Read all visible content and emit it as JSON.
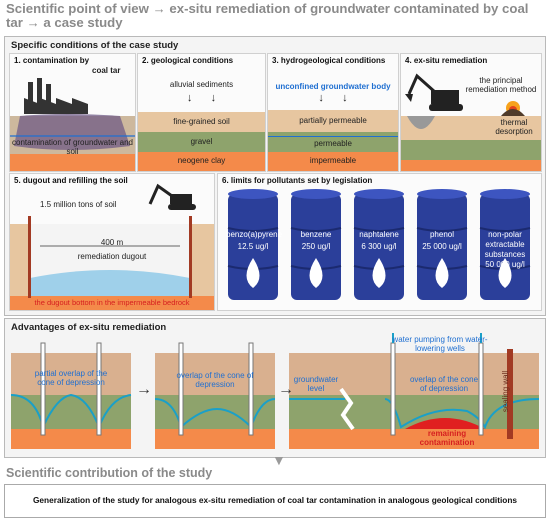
{
  "title": "Scientific point of view → ex-situ remediation of groundwater contaminated by coal tar → a case study",
  "section1": {
    "title": "Specific conditions of the case study",
    "panels": {
      "p1": {
        "title": "1. contamination by",
        "subtitle": "coal tar",
        "caption": "contamination of groundwater and soil"
      },
      "p2": {
        "title": "2. geological conditions",
        "top": "alluvial sediments",
        "layers": [
          "fine-grained soil",
          "gravel",
          "neogene clay"
        ]
      },
      "p3": {
        "title": "3. hydrogeological conditions",
        "top": "unconfined groundwater body",
        "layers": [
          "partially permeable",
          "permeable",
          "impermeable"
        ]
      },
      "p4": {
        "title": "4. ex-situ remediation",
        "note": "the principal remediation method",
        "method": "thermal desorption"
      },
      "p5": {
        "title": "5. dugout and refilling the soil",
        "tons": "1.5 million tons of soil",
        "width": "400 m",
        "dugout": "remediation dugout",
        "bottom": "the dugout bottom in the impermeable bedrock"
      },
      "p6": {
        "title": "6. limits for pollutants set by legislation",
        "barrels": [
          {
            "name": "benzo(a)pyrene",
            "limit": "12.5 ug/l"
          },
          {
            "name": "benzene",
            "limit": "250 ug/l"
          },
          {
            "name": "naphtalene",
            "limit": "6 300 ug/l"
          },
          {
            "name": "phenol",
            "limit": "25 000 ug/l"
          },
          {
            "name": "non-polar extractable substances",
            "limit": "50 000 ug/l"
          }
        ]
      }
    }
  },
  "section2": {
    "title": "Advantages of ex-situ remediation",
    "d1": "partial overlap of the cone of depression",
    "d2": "overlap of the cone of depression",
    "gw": "groundwater level",
    "pumping": "water pumping from water-lowering wells",
    "d3": "overlap of the cone of depression",
    "remaining": "remaining contamination",
    "wall": "sealing wall"
  },
  "footer": {
    "title": "Scientific contribution of the study",
    "text": "Generalization of the study for analogous ex-situ remediation of coal tar contamination in analogous geological conditions"
  }
}
